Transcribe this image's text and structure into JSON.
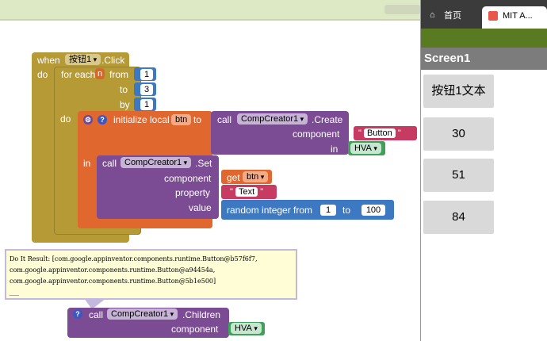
{
  "editor": {
    "event_when": "when",
    "event_component": "按钮1",
    "event_name": ".Click",
    "event_do": "do",
    "foreach_label": "for each",
    "foreach_var": "n",
    "foreach_from": "from",
    "foreach_to": "to",
    "foreach_by": "by",
    "foreach_from_value": "1",
    "foreach_to_value": "3",
    "foreach_by_value": "1",
    "foreach_do": "do",
    "init_label": "initialize local",
    "init_var": "btn",
    "init_to": "to",
    "init_in": "in",
    "create_call": "call",
    "create_component": "CompCreator1",
    "create_method": ".Create",
    "create_param": "component",
    "create_in": "in",
    "create_string": "Button",
    "create_in_value": "HVA",
    "set_call": "call",
    "set_component": "CompCreator1",
    "set_method": ".Set",
    "set_param_component": "component",
    "set_param_property": "property",
    "set_param_value": "value",
    "get_label": "get",
    "get_var": "btn",
    "property_string": "Text",
    "random_label": "random integer from",
    "random_from": "1",
    "random_to_label": "to",
    "random_to": "100",
    "result_lines": [
      "Do It Result: [com.google.appinventor.components.runtime.Button@b57f6f7,",
      "com.google.appinventor.components.runtime.Button@a94454a,",
      "com.google.appinventor.components.runtime.Button@5b1e500]",
      "___"
    ],
    "children_call": "call",
    "children_component": "CompCreator1",
    "children_method": ".Children",
    "children_param": "component",
    "children_value": "HVA",
    "help_mark": "?",
    "gear_mark": "⚙"
  },
  "browser": {
    "tab_home": "首页",
    "tab_app": "MIT A..."
  },
  "phone": {
    "screen_title": "Screen1",
    "buttons": [
      "按钮1文本",
      "30",
      "51",
      "84"
    ]
  },
  "colors": {
    "event": "#b69a35",
    "loop": "#b69a35",
    "variable": "#e0672e",
    "component": "#7b4b93",
    "math": "#3d79c3",
    "text": "#c73a62",
    "hva": "#3f9f5b",
    "phone_bar": "#5a7a21"
  }
}
